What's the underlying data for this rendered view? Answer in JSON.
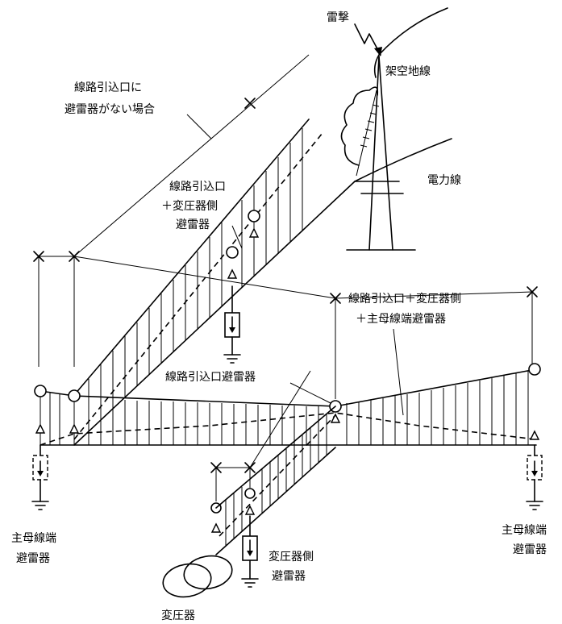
{
  "labels": {
    "lightning": "雷撃",
    "ground_wire": "架空地線",
    "power_line": "電力線",
    "no_arrester_1": "線路引込口に",
    "no_arrester_2": "避雷器がない場合",
    "line_tr_1": "線路引込口",
    "line_tr_2": "＋変圧器側",
    "line_tr_3": "避雷器",
    "all_1": "線路引込口＋変圧器側",
    "all_2": "＋主母線端避雷器",
    "line_only": "線路引込口避雷器",
    "main_bus_left_1": "主母線端",
    "main_bus_left_2": "避雷器",
    "main_bus_right_1": "主母線端",
    "main_bus_right_2": "避雷器",
    "tr_arrester_1": "変圧器側",
    "tr_arrester_2": "避雷器",
    "transformer": "変圧器"
  }
}
